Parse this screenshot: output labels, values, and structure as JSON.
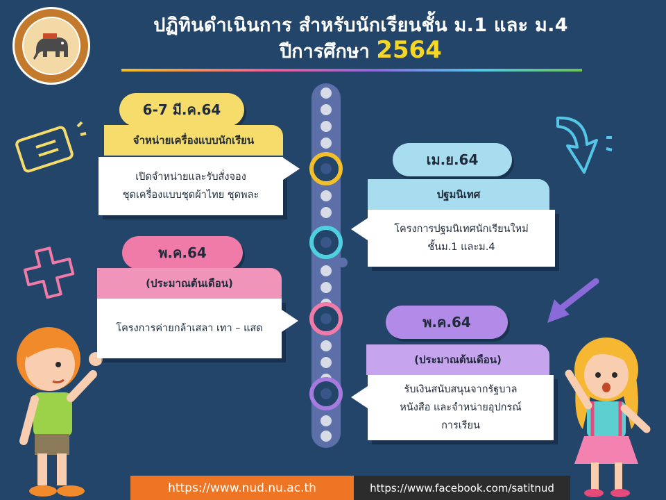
{
  "header": {
    "title_line1": "ปฏิทินดำเนินการ สำหรับนักเรียนชั้น ม.1 และ ม.4",
    "title_line2_prefix": "ปีการศึกษา",
    "title_year": "2564"
  },
  "events": [
    {
      "date": "6-7 มี.ค.64",
      "heading": "จำหน่ายเครื่องแบบนักเรียน",
      "lines": [
        "เปิดจำหน่ายและรับสั่งจอง",
        "ชุดเครื่องแบบชุดผ้าไทย ชุดพละ"
      ],
      "color": "#f6dc6a",
      "side": "left"
    },
    {
      "date": "เม.ย.64",
      "heading": "ปฐมนิเทศ",
      "lines": [
        "โครงการปฐมนิเทศนักเรียนใหม่",
        "ชั้นม.1 และม.4"
      ],
      "color": "#a8dcef",
      "side": "right"
    },
    {
      "date": "พ.ค.64",
      "heading": "(ประมาณต้นเดือน)",
      "lines": [
        "โครงการค่ายกล้าเสลา เทา – แสด"
      ],
      "color": "#f095b9",
      "side": "left"
    },
    {
      "date": "พ.ค.64",
      "heading": "(ประมาณต้นเดือน)",
      "lines": [
        "รับเงินสนับสนุนจากรัฐบาล",
        "หนังสือ และจำหน่ายอุปกรณ์",
        "การเรียน"
      ],
      "color": "#c7a5ee",
      "side": "right"
    }
  ],
  "node_colors": [
    "#f2c02a",
    "#4fd0e0",
    "#f07aa8",
    "#a67be0"
  ],
  "footer": {
    "website": "https://www.nud.nu.ac.th",
    "facebook": "https://www.facebook.com/satitnud"
  },
  "colors": {
    "background": "#23456a",
    "accent_year": "#f6d728",
    "track": "#5d6fa8"
  }
}
